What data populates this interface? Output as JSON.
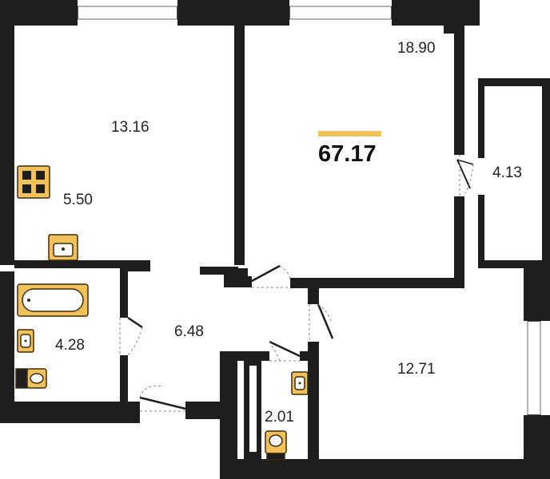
{
  "floor_plan": {
    "total_area": "67.17",
    "rooms": [
      {
        "id": "living-room",
        "area": "18.90"
      },
      {
        "id": "kitchen",
        "area": "13.16"
      },
      {
        "id": "kitchen-zone",
        "area": "5.50"
      },
      {
        "id": "balcony",
        "area": "4.13"
      },
      {
        "id": "bathroom",
        "area": "4.28"
      },
      {
        "id": "hallway",
        "area": "6.48"
      },
      {
        "id": "bedroom",
        "area": "12.71"
      },
      {
        "id": "toilet",
        "area": "2.01"
      }
    ]
  },
  "colors": {
    "wall": "#1e1e1e",
    "fixture": "#f3c15a",
    "fixture_outline": "#3a2c10",
    "accent_bar": "#f3c15a",
    "door_line": "#1e1e1e",
    "window_line": "#9a9a9a"
  }
}
